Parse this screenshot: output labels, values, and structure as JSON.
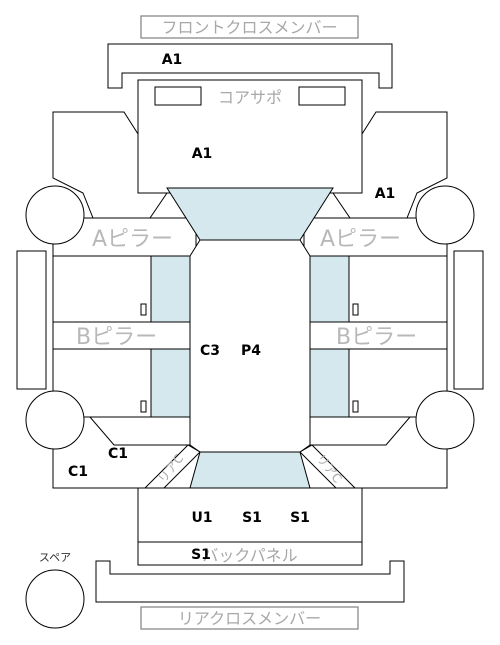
{
  "labels": {
    "front_cross_member": "フロントクロスメンバー",
    "core_support": "コアサポ",
    "a_pillar_left": "Aピラー",
    "a_pillar_right": "Aピラー",
    "b_pillar_left": "Bピラー",
    "b_pillar_right": "Bピラー",
    "back_panel": "バックパネル",
    "rear_cross_member": "リアクロスメンバー",
    "spare": "スペア",
    "rear_left_tag": "リアC",
    "rear_right_tag": "リアC"
  },
  "codes": {
    "front_member": "A1",
    "core_support": "A1",
    "front_right": "A1",
    "roof_left": "C3",
    "roof": "P4",
    "rear_left_inner": "C1",
    "rear_left_outer": "C1",
    "trunk_1": "U1",
    "trunk_2": "S1",
    "trunk_3": "S1",
    "back_panel": "S1"
  }
}
